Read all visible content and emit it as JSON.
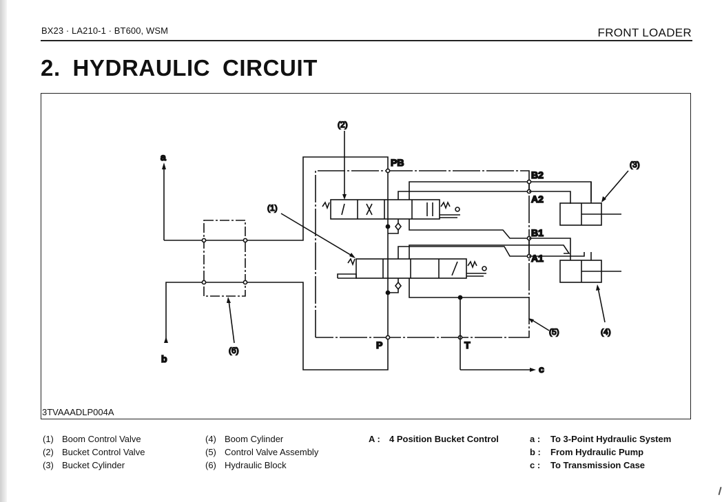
{
  "header": {
    "left": "BX23 · LA210-1 · BT600, WSM",
    "right": "FRONT  LOADER"
  },
  "title": "2.  HYDRAULIC  CIRCUIT",
  "figure": {
    "code": "3TVAAADLP004A",
    "port_labels": {
      "PB": "PB",
      "B2": "B2",
      "A2": "A2",
      "B1": "B1",
      "A1": "A1",
      "P": "P",
      "T": "T",
      "a": "a",
      "b": "b",
      "c": "c"
    },
    "callouts": [
      "(1)",
      "(2)",
      "(3)",
      "(4)",
      "(5)",
      "(6)"
    ]
  },
  "legend": {
    "parts": [
      {
        "num": "(1)",
        "label": "Boom Control Valve"
      },
      {
        "num": "(2)",
        "label": "Bucket Control Valve"
      },
      {
        "num": "(3)",
        "label": "Bucket Cylinder"
      },
      {
        "num": "(4)",
        "label": "Boom Cylinder"
      },
      {
        "num": "(5)",
        "label": "Control Valve Assembly"
      },
      {
        "num": "(6)",
        "label": "Hydraulic Block"
      }
    ],
    "notes": [
      {
        "key": "A :",
        "label": "4 Position Bucket Control"
      }
    ],
    "lines": [
      {
        "key": "a :",
        "label": "To 3-Point Hydraulic System"
      },
      {
        "key": "b :",
        "label": "From Hydraulic Pump"
      },
      {
        "key": "c :",
        "label": "To Transmission Case"
      }
    ]
  }
}
